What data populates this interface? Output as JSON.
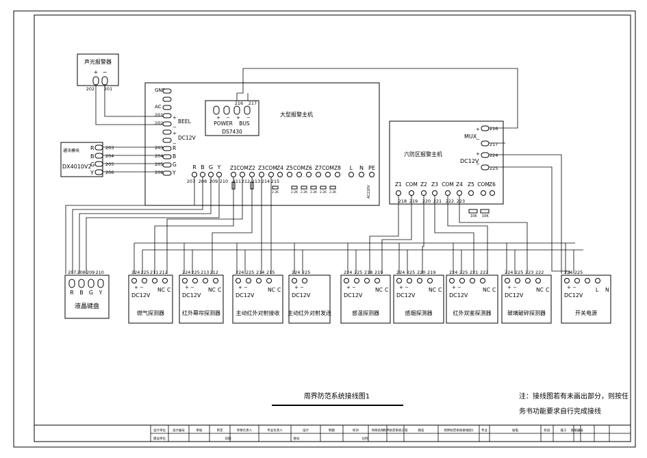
{
  "title": "周界防范系统接线图1",
  "note_line1": "注：接线图若有未画出部分，则按任",
  "note_line2": "务书功能要求自行完成接线",
  "sound_alarm": {
    "title": "声光报警器",
    "plus": "+",
    "minus": "−",
    "t1": "202",
    "t2": "201"
  },
  "host": {
    "title": "大型报警主机",
    "left_labels": [
      "GND",
      "AC",
      "201",
      "202",
      "",
      "203",
      "204",
      "205",
      "206"
    ],
    "left_right_text": [
      "BEEL",
      "DC12V",
      "R",
      "B",
      "G",
      "Y"
    ],
    "rbgy": [
      "R",
      "B",
      "G",
      "Y"
    ],
    "rbgy_nums": [
      "207",
      "208",
      "209",
      "210"
    ],
    "zones": [
      "Z1",
      "COM",
      "Z2",
      "Z3",
      "COM",
      "Z4",
      "Z5",
      "COM",
      "Z6",
      "Z7",
      "COM",
      "Z8"
    ],
    "zone_nums": [
      "211",
      "212",
      "213",
      "214",
      "215"
    ],
    "power": [
      "L",
      "N",
      "PE"
    ],
    "ac_label": "AC220V"
  },
  "ds7430": {
    "label": "DS7430",
    "power": "POWER",
    "bus": "BUS",
    "t1": "216",
    "t2": "217"
  },
  "dx4010": {
    "title": "通讯模块",
    "model": "DX4010V2",
    "pins": [
      "R",
      "B",
      "G",
      "Y"
    ],
    "nums": [
      "203",
      "204",
      "205",
      "206"
    ]
  },
  "six_host": {
    "title": "六防区报警主机",
    "mux": "MUX",
    "dc": "DC12V",
    "nums_right": [
      "216",
      "217",
      "224",
      "225"
    ],
    "zones": [
      "Z1",
      "COM",
      "Z2",
      "Z3",
      "COM",
      "Z4",
      "Z5",
      "COM",
      "Z6"
    ],
    "nums_bottom": [
      "218",
      "219",
      "220",
      "221",
      "222",
      "223"
    ],
    "res": [
      "10K",
      "10K"
    ]
  },
  "resistor_labels": [
    "2.2K",
    "2.2K",
    "2.2K",
    "2.2K",
    "2.2K",
    "2.2K",
    "2.2K"
  ],
  "devices": [
    {
      "name": "液晶键盘",
      "nums": [
        "207",
        "208",
        "209",
        "210"
      ],
      "pins": [
        "R",
        "B",
        "G",
        "Y"
      ]
    },
    {
      "name": "燃气探测器",
      "nums": [
        "224",
        "225",
        "211",
        "212"
      ],
      "pins": [
        "DC12V",
        "NC",
        "C"
      ]
    },
    {
      "name": "红外幕帘探测器",
      "nums": [
        "224",
        "225",
        "213",
        "212"
      ],
      "pins": [
        "DC12V",
        "NC",
        "C"
      ]
    },
    {
      "name": "主动红外对射接收",
      "nums": [
        "224",
        "225",
        "214",
        "215"
      ],
      "pins": [
        "DC12V",
        "NC",
        "C"
      ]
    },
    {
      "name": "主动红外对射发送",
      "nums": [
        "224",
        "225"
      ],
      "pins": [
        "DC12V"
      ]
    },
    {
      "name": "感温探测器",
      "nums": [
        "224",
        "225",
        "218",
        "219"
      ],
      "pins": [
        "DC12V",
        "NC",
        "C"
      ]
    },
    {
      "name": "感烟探测器",
      "nums": [
        "224",
        "225",
        "220",
        "219"
      ],
      "pins": [
        "DC12V",
        "NC",
        "C"
      ]
    },
    {
      "name": "红外双鉴探测器",
      "nums": [
        "224",
        "225",
        "221",
        "222"
      ],
      "pins": [
        "DC12V",
        "NC",
        "C"
      ]
    },
    {
      "name": "玻璃破碎探测器",
      "nums": [
        "224",
        "225",
        "223",
        "222"
      ],
      "pins": [
        "DC12V",
        "NC",
        "C"
      ]
    },
    {
      "name": "开关电源",
      "nums": [
        "224",
        "225"
      ],
      "pins": [
        "DC12V",
        "L",
        "N"
      ]
    }
  ],
  "title_block": {
    "row1": [
      "设计单位",
      "设计编号",
      "审核",
      "审定",
      "项目负责人",
      "专业负责人",
      "设计",
      "制图",
      "校对",
      "项目名称",
      "周界防范系统工程",
      "图名",
      "周界防范系统接线图1",
      "专业",
      "弱电",
      "阶段",
      "施工",
      "图纸编号"
    ],
    "row2": [
      "建设单位",
      "日期",
      "图号",
      "比例"
    ]
  }
}
